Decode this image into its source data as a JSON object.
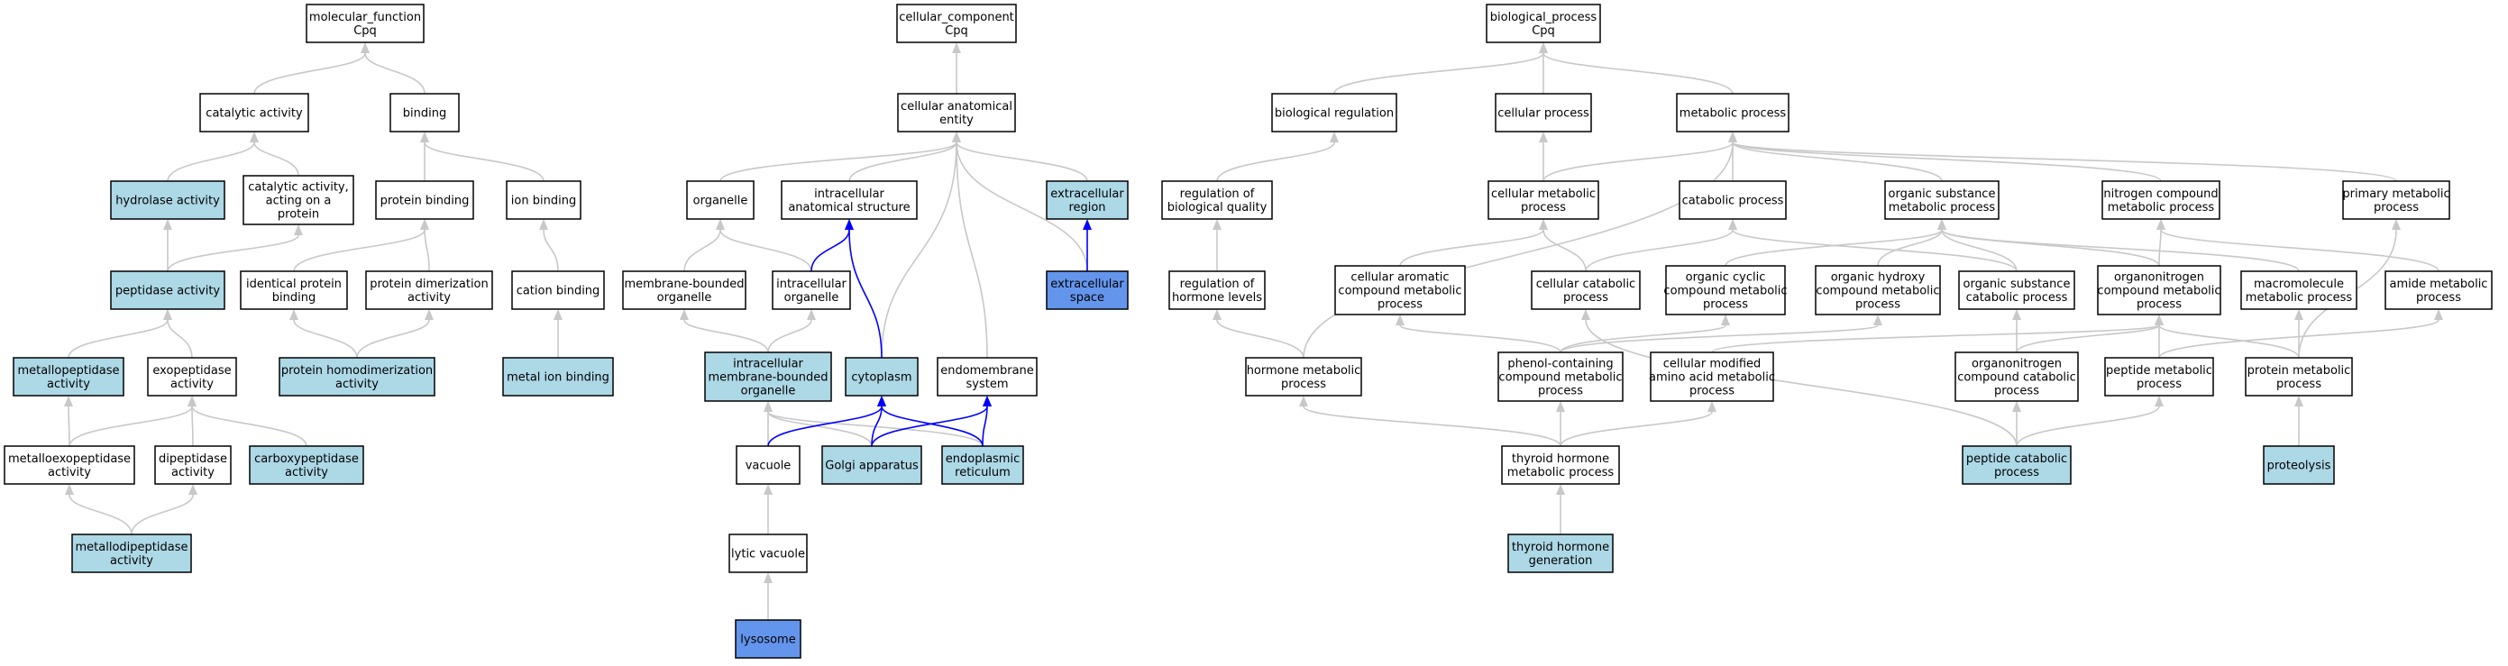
{
  "colors": {
    "plain": "#ffffff",
    "highlight": "#add8e6",
    "emphasis": "#6495ed",
    "edge_gray": "#c8c8c8",
    "edge_blue": "#0000ff",
    "border": "#000000"
  },
  "nodes": {
    "mf_root": {
      "label": "molecular_function\nCpq",
      "style": "plain"
    },
    "catalytic": {
      "label": "catalytic activity",
      "style": "plain"
    },
    "binding": {
      "label": "binding",
      "style": "plain"
    },
    "hydrolase": {
      "label": "hydrolase activity",
      "style": "highlight"
    },
    "cat_protein": {
      "label": "catalytic activity,\nacting on a\nprotein",
      "style": "plain"
    },
    "protein_binding": {
      "label": "protein binding",
      "style": "plain"
    },
    "ion_binding": {
      "label": "ion binding",
      "style": "plain"
    },
    "peptidase": {
      "label": "peptidase activity",
      "style": "highlight"
    },
    "identical_pb": {
      "label": "identical protein\nbinding",
      "style": "plain"
    },
    "protein_dimer": {
      "label": "protein dimerization\nactivity",
      "style": "plain"
    },
    "cation_binding": {
      "label": "cation binding",
      "style": "plain"
    },
    "metallopeptidase": {
      "label": "metallopeptidase\nactivity",
      "style": "highlight"
    },
    "exopeptidase": {
      "label": "exopeptidase\nactivity",
      "style": "plain"
    },
    "protein_homodimer": {
      "label": "protein homodimerization\nactivity",
      "style": "highlight"
    },
    "metal_ion_binding": {
      "label": "metal ion binding",
      "style": "highlight"
    },
    "metalloexo": {
      "label": "metalloexopeptidase\nactivity",
      "style": "plain"
    },
    "dipeptidase": {
      "label": "dipeptidase\nactivity",
      "style": "plain"
    },
    "carboxypeptidase": {
      "label": "carboxypeptidase\nactivity",
      "style": "highlight"
    },
    "metallodipeptidase": {
      "label": "metallodipeptidase\nactivity",
      "style": "highlight"
    },
    "cc_root": {
      "label": "cellular_component\nCpq",
      "style": "plain"
    },
    "cae": {
      "label": "cellular anatomical\nentity",
      "style": "plain"
    },
    "organelle": {
      "label": "organelle",
      "style": "plain"
    },
    "ias": {
      "label": "intracellular\nanatomical structure",
      "style": "plain"
    },
    "extracellular_region": {
      "label": "extracellular\nregion",
      "style": "highlight"
    },
    "membrane_bounded": {
      "label": "membrane-bounded\norganelle",
      "style": "plain"
    },
    "intracellular_organelle": {
      "label": "intracellular\norganelle",
      "style": "plain"
    },
    "extracellular_space": {
      "label": "extracellular\nspace",
      "style": "emphasis"
    },
    "imbo": {
      "label": "intracellular\nmembrane-bounded\norganelle",
      "style": "highlight"
    },
    "cytoplasm": {
      "label": "cytoplasm",
      "style": "highlight"
    },
    "endomembrane": {
      "label": "endomembrane\nsystem",
      "style": "plain"
    },
    "vacuole": {
      "label": "vacuole",
      "style": "plain"
    },
    "golgi": {
      "label": "Golgi apparatus",
      "style": "highlight"
    },
    "er": {
      "label": "endoplasmic\nreticulum",
      "style": "highlight"
    },
    "lytic_vacuole": {
      "label": "lytic vacuole",
      "style": "plain"
    },
    "lysosome": {
      "label": "lysosome",
      "style": "emphasis"
    },
    "bp_root": {
      "label": "biological_process\nCpq",
      "style": "plain"
    },
    "bio_reg": {
      "label": "biological regulation",
      "style": "plain"
    },
    "cellular_process": {
      "label": "cellular process",
      "style": "plain"
    },
    "metabolic_process": {
      "label": "metabolic process",
      "style": "plain"
    },
    "reg_bio_quality": {
      "label": "regulation of\nbiological quality",
      "style": "plain"
    },
    "cellular_metabolic": {
      "label": "cellular metabolic\nprocess",
      "style": "plain"
    },
    "catabolic": {
      "label": "catabolic process",
      "style": "plain"
    },
    "organic_substance_mp": {
      "label": "organic substance\nmetabolic process",
      "style": "plain"
    },
    "nitrogen_compound": {
      "label": "nitrogen compound\nmetabolic process",
      "style": "plain"
    },
    "primary_metabolic": {
      "label": "primary metabolic\nprocess",
      "style": "plain"
    },
    "reg_hormone": {
      "label": "regulation of\nhormone levels",
      "style": "plain"
    },
    "cell_aromatic": {
      "label": "cellular aromatic\ncompound metabolic\nprocess",
      "style": "plain"
    },
    "cell_catabolic": {
      "label": "cellular catabolic\nprocess",
      "style": "plain"
    },
    "organic_cyclic": {
      "label": "organic cyclic\ncompound metabolic\nprocess",
      "style": "plain"
    },
    "organic_hydroxy": {
      "label": "organic hydroxy\ncompound metabolic\nprocess",
      "style": "plain"
    },
    "organic_substance_cat": {
      "label": "organic substance\ncatabolic process",
      "style": "plain"
    },
    "organonitrogen_mp": {
      "label": "organonitrogen\ncompound metabolic\nprocess",
      "style": "plain"
    },
    "macromolecule": {
      "label": "macromolecule\nmetabolic process",
      "style": "plain"
    },
    "amide": {
      "label": "amide metabolic\nprocess",
      "style": "plain"
    },
    "hormone_metabolic": {
      "label": "hormone metabolic\nprocess",
      "style": "plain"
    },
    "phenol": {
      "label": "phenol-containing\ncompound metabolic\nprocess",
      "style": "plain"
    },
    "cell_mod_amino": {
      "label": "cellular modified\namino acid metabolic\nprocess",
      "style": "plain"
    },
    "organonitrogen_cat": {
      "label": "organonitrogen\ncompound catabolic\nprocess",
      "style": "plain"
    },
    "peptide_metabolic": {
      "label": "peptide metabolic\nprocess",
      "style": "plain"
    },
    "protein_metabolic": {
      "label": "protein metabolic\nprocess",
      "style": "plain"
    },
    "thyroid_metabolic": {
      "label": "thyroid hormone\nmetabolic process",
      "style": "plain"
    },
    "peptide_catabolic": {
      "label": "peptide catabolic\nprocess",
      "style": "highlight"
    },
    "proteolysis": {
      "label": "proteolysis",
      "style": "highlight"
    },
    "thyroid_generation": {
      "label": "thyroid hormone\ngeneration",
      "style": "highlight"
    }
  },
  "edges": [
    {
      "from": "catalytic",
      "to": "mf_root",
      "style": "gray"
    },
    {
      "from": "binding",
      "to": "mf_root",
      "style": "gray"
    },
    {
      "from": "hydrolase",
      "to": "catalytic",
      "style": "gray"
    },
    {
      "from": "cat_protein",
      "to": "catalytic",
      "style": "gray"
    },
    {
      "from": "protein_binding",
      "to": "binding",
      "style": "gray"
    },
    {
      "from": "ion_binding",
      "to": "binding",
      "style": "gray"
    },
    {
      "from": "peptidase",
      "to": "hydrolase",
      "style": "gray"
    },
    {
      "from": "peptidase",
      "to": "cat_protein",
      "style": "gray"
    },
    {
      "from": "identical_pb",
      "to": "protein_binding",
      "style": "gray"
    },
    {
      "from": "protein_dimer",
      "to": "protein_binding",
      "style": "gray"
    },
    {
      "from": "cation_binding",
      "to": "ion_binding",
      "style": "gray"
    },
    {
      "from": "metallopeptidase",
      "to": "peptidase",
      "style": "gray"
    },
    {
      "from": "exopeptidase",
      "to": "peptidase",
      "style": "gray"
    },
    {
      "from": "protein_homodimer",
      "to": "identical_pb",
      "style": "gray"
    },
    {
      "from": "protein_homodimer",
      "to": "protein_dimer",
      "style": "gray"
    },
    {
      "from": "metal_ion_binding",
      "to": "cation_binding",
      "style": "gray"
    },
    {
      "from": "metalloexo",
      "to": "metallopeptidase",
      "style": "gray"
    },
    {
      "from": "metalloexo",
      "to": "exopeptidase",
      "style": "gray"
    },
    {
      "from": "dipeptidase",
      "to": "exopeptidase",
      "style": "gray"
    },
    {
      "from": "carboxypeptidase",
      "to": "exopeptidase",
      "style": "gray"
    },
    {
      "from": "metallodipeptidase",
      "to": "metalloexo",
      "style": "gray"
    },
    {
      "from": "metallodipeptidase",
      "to": "dipeptidase",
      "style": "gray"
    },
    {
      "from": "cae",
      "to": "cc_root",
      "style": "gray"
    },
    {
      "from": "organelle",
      "to": "cae",
      "style": "gray"
    },
    {
      "from": "ias",
      "to": "cae",
      "style": "gray"
    },
    {
      "from": "extracellular_region",
      "to": "cae",
      "style": "gray"
    },
    {
      "from": "extracellular_space",
      "to": "cae",
      "style": "gray"
    },
    {
      "from": "cytoplasm",
      "to": "cae",
      "style": "gray"
    },
    {
      "from": "endomembrane",
      "to": "cae",
      "style": "gray"
    },
    {
      "from": "membrane_bounded",
      "to": "organelle",
      "style": "gray"
    },
    {
      "from": "intracellular_organelle",
      "to": "organelle",
      "style": "gray"
    },
    {
      "from": "intracellular_organelle",
      "to": "ias",
      "style": "blue"
    },
    {
      "from": "cytoplasm",
      "to": "ias",
      "style": "blue"
    },
    {
      "from": "extracellular_space",
      "to": "extracellular_region",
      "style": "blue"
    },
    {
      "from": "imbo",
      "to": "membrane_bounded",
      "style": "gray"
    },
    {
      "from": "imbo",
      "to": "intracellular_organelle",
      "style": "gray"
    },
    {
      "from": "vacuole",
      "to": "imbo",
      "style": "gray"
    },
    {
      "from": "golgi",
      "to": "imbo",
      "style": "gray"
    },
    {
      "from": "er",
      "to": "imbo",
      "style": "gray"
    },
    {
      "from": "vacuole",
      "to": "cytoplasm",
      "style": "blue"
    },
    {
      "from": "golgi",
      "to": "cytoplasm",
      "style": "blue"
    },
    {
      "from": "er",
      "to": "cytoplasm",
      "style": "blue"
    },
    {
      "from": "golgi",
      "to": "endomembrane",
      "style": "blue"
    },
    {
      "from": "er",
      "to": "endomembrane",
      "style": "blue"
    },
    {
      "from": "lytic_vacuole",
      "to": "vacuole",
      "style": "gray"
    },
    {
      "from": "lysosome",
      "to": "lytic_vacuole",
      "style": "gray"
    },
    {
      "from": "bio_reg",
      "to": "bp_root",
      "style": "gray"
    },
    {
      "from": "cellular_process",
      "to": "bp_root",
      "style": "gray"
    },
    {
      "from": "metabolic_process",
      "to": "bp_root",
      "style": "gray"
    },
    {
      "from": "reg_bio_quality",
      "to": "bio_reg",
      "style": "gray"
    },
    {
      "from": "cellular_metabolic",
      "to": "cellular_process",
      "style": "gray"
    },
    {
      "from": "cellular_metabolic",
      "to": "metabolic_process",
      "style": "gray"
    },
    {
      "from": "catabolic",
      "to": "metabolic_process",
      "style": "gray"
    },
    {
      "from": "organic_substance_mp",
      "to": "metabolic_process",
      "style": "gray"
    },
    {
      "from": "nitrogen_compound",
      "to": "metabolic_process",
      "style": "gray"
    },
    {
      "from": "primary_metabolic",
      "to": "metabolic_process",
      "style": "gray"
    },
    {
      "from": "hormone_metabolic",
      "to": "metabolic_process",
      "style": "gray"
    },
    {
      "from": "reg_hormone",
      "to": "reg_bio_quality",
      "style": "gray"
    },
    {
      "from": "cell_aromatic",
      "to": "cellular_metabolic",
      "style": "gray"
    },
    {
      "from": "cell_catabolic",
      "to": "cellular_metabolic",
      "style": "gray"
    },
    {
      "from": "cell_catabolic",
      "to": "catabolic",
      "style": "gray"
    },
    {
      "from": "organic_cyclic",
      "to": "organic_substance_mp",
      "style": "gray"
    },
    {
      "from": "organic_hydroxy",
      "to": "organic_substance_mp",
      "style": "gray"
    },
    {
      "from": "organic_substance_cat",
      "to": "organic_substance_mp",
      "style": "gray"
    },
    {
      "from": "organic_substance_cat",
      "to": "catabolic",
      "style": "gray"
    },
    {
      "from": "organonitrogen_mp",
      "to": "organic_substance_mp",
      "style": "gray"
    },
    {
      "from": "organonitrogen_mp",
      "to": "nitrogen_compound",
      "style": "gray"
    },
    {
      "from": "macromolecule",
      "to": "organic_substance_mp",
      "style": "gray"
    },
    {
      "from": "amide",
      "to": "nitrogen_compound",
      "style": "gray"
    },
    {
      "from": "hormone_metabolic",
      "to": "reg_hormone",
      "style": "gray"
    },
    {
      "from": "phenol",
      "to": "cell_aromatic",
      "style": "gray"
    },
    {
      "from": "phenol",
      "to": "organic_cyclic",
      "style": "gray"
    },
    {
      "from": "phenol",
      "to": "organic_hydroxy",
      "style": "gray"
    },
    {
      "from": "cell_mod_amino",
      "to": "organonitrogen_mp",
      "style": "gray"
    },
    {
      "from": "organonitrogen_cat",
      "to": "organonitrogen_mp",
      "style": "gray"
    },
    {
      "from": "organonitrogen_cat",
      "to": "organic_substance_cat",
      "style": "gray"
    },
    {
      "from": "peptide_metabolic",
      "to": "organonitrogen_mp",
      "style": "gray"
    },
    {
      "from": "peptide_metabolic",
      "to": "amide",
      "style": "gray"
    },
    {
      "from": "protein_metabolic",
      "to": "organonitrogen_mp",
      "style": "gray"
    },
    {
      "from": "protein_metabolic",
      "to": "macromolecule",
      "style": "gray"
    },
    {
      "from": "protein_metabolic",
      "to": "primary_metabolic",
      "style": "gray"
    },
    {
      "from": "thyroid_metabolic",
      "to": "hormone_metabolic",
      "style": "gray"
    },
    {
      "from": "thyroid_metabolic",
      "to": "phenol",
      "style": "gray"
    },
    {
      "from": "thyroid_metabolic",
      "to": "cell_mod_amino",
      "style": "gray"
    },
    {
      "from": "peptide_catabolic",
      "to": "organonitrogen_cat",
      "style": "gray"
    },
    {
      "from": "peptide_catabolic",
      "to": "peptide_metabolic",
      "style": "gray"
    },
    {
      "from": "peptide_catabolic",
      "to": "cell_catabolic",
      "style": "gray"
    },
    {
      "from": "proteolysis",
      "to": "protein_metabolic",
      "style": "gray"
    },
    {
      "from": "thyroid_generation",
      "to": "thyroid_metabolic",
      "style": "gray"
    }
  ]
}
